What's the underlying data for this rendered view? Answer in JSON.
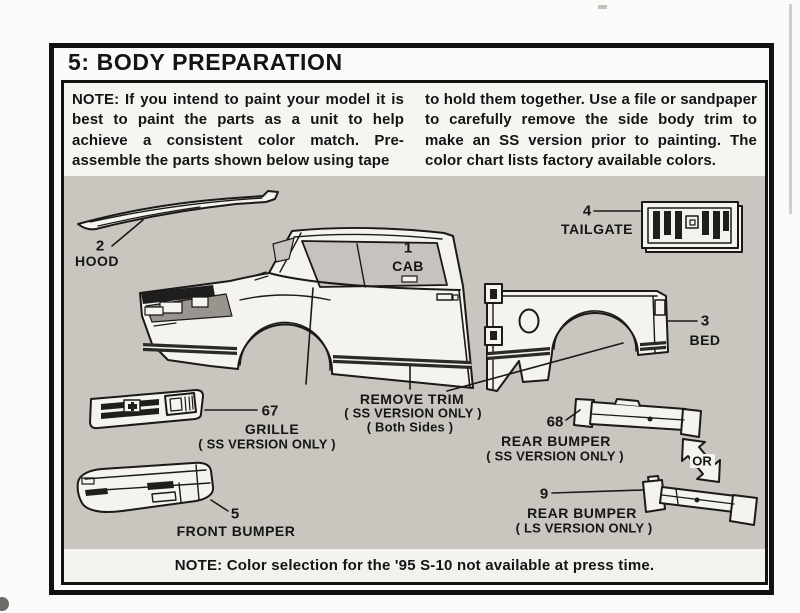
{
  "page": {
    "title": "5: BODY PREPARATION",
    "note_left": "NOTE: If you intend to paint your model it is best to paint the parts as a unit to help achieve a consistent color match. Pre-assemble the parts shown below using tape",
    "note_right": "to hold them together. Use a file or sandpaper to carefully remove the side body trim to make an SS version prior to painting. The color chart lists factory available colors.",
    "bottom_note": "NOTE: Color selection for the '95 S-10 not available at press time."
  },
  "parts": {
    "cab": {
      "num": "1",
      "name": "CAB"
    },
    "hood": {
      "num": "2",
      "name": "HOOD"
    },
    "bed": {
      "num": "3",
      "name": "BED"
    },
    "tailgate": {
      "num": "4",
      "name": "TAILGATE"
    },
    "front_bumper": {
      "num": "5",
      "name": "FRONT BUMPER"
    },
    "grille": {
      "num": "67",
      "name": "GRILLE",
      "variant": "( SS VERSION ONLY )"
    },
    "rear_bumper_ss": {
      "num": "68",
      "name": "REAR BUMPER",
      "variant": "( SS VERSION ONLY )"
    },
    "rear_bumper_ls": {
      "num": "9",
      "name": "REAR BUMPER",
      "variant": "( LS VERSION ONLY )"
    },
    "remove_trim": {
      "line1": "REMOVE TRIM",
      "line2": "( SS VERSION ONLY )",
      "line3": "( Both Sides )"
    },
    "or_label": "OR"
  },
  "colors": {
    "ink": "#141414",
    "paper_bg": "#fbfaf8",
    "diagram_bg": "#c9c6c0",
    "part_fill": "#f4f3f0"
  }
}
